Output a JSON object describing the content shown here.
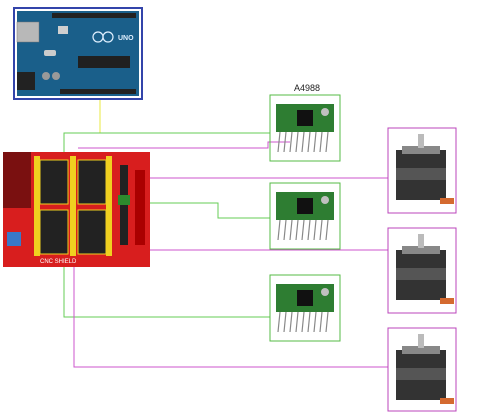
{
  "diagram": {
    "driver_label": "A4988",
    "shield_label": "CNC SHIELD",
    "arduino_label": "UNO",
    "colors": {
      "wire_green": "#66cc55",
      "wire_magenta": "#cc55cc",
      "wire_yellow": "#f0f080",
      "arduino_border": "#3344aa",
      "driver_border": "#55bb44",
      "motor_border": "#bb44bb"
    }
  }
}
